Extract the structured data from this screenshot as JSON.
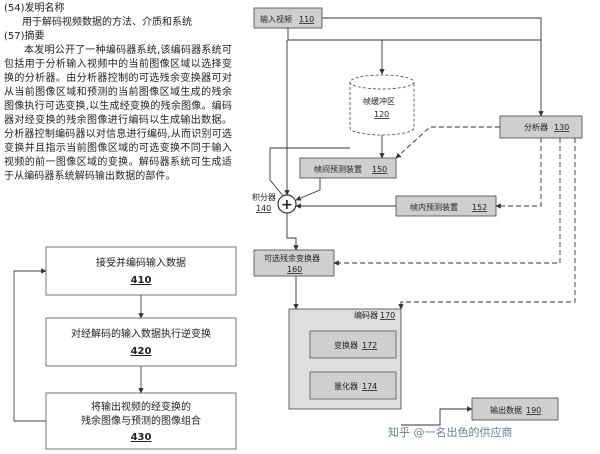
{
  "header": {
    "field54_num": "(54)",
    "field54_label": "发明名称",
    "title": "用于解码视频数据的方法、介质和系统",
    "field57_num": "(57)",
    "field57_label": "摘要",
    "abstract": "本发明公开了一种编码器系统,该编码器系统可包括用于分析输入视频中的当前图像区域以选择变换的分析器。由分析器控制的可选残余变换器可对从当前图像区域和预测的当前图像区域生成的残余图像执行可选变换,以生成经变换的残余图像。编码器对经变换的残余图像进行编码以生成输出数据。分析器控制编码器以对信息进行编码,从而识别可选变换并且指示当前图像区域的可选变换不同于输入视频的前一图像区域的变换。解码器系统可生成适于从编码器系统解码输出数据的部件。"
  },
  "block_diagram": {
    "input_video": {
      "label": "输入视频",
      "ref": "110"
    },
    "frame_buffer": {
      "label": "帧缓冲区",
      "ref": "120"
    },
    "analyzer": {
      "label": "分析器",
      "ref": "130"
    },
    "summer": {
      "label": "积分器",
      "ref": "140"
    },
    "inter_pred": {
      "label": "帧间预测装置",
      "ref": "150"
    },
    "intra_pred": {
      "label": "帧内预测装置",
      "ref": "152"
    },
    "sel_transformer": {
      "label": "可选残余变换器",
      "ref": "160"
    },
    "encoder": {
      "label": "编码器",
      "ref": "170"
    },
    "transformer": {
      "label": "变换器",
      "ref": "172"
    },
    "quantizer": {
      "label": "量化器",
      "ref": "174"
    },
    "output_data": {
      "label": "输出数据",
      "ref": "190"
    }
  },
  "flowchart": {
    "step1": {
      "label": "接受并编码输入数据",
      "ref": "410"
    },
    "step2": {
      "label": "对经解码的输入数据执行逆变换",
      "ref": "420"
    },
    "step3_line1": "将输出视频的经变换的",
    "step3_line2": "残余图像与预测的图像组合",
    "step3_ref": "430"
  },
  "watermark": "知乎 @一名出色的供应商",
  "colors": {
    "box_fill": "#cfcfcf",
    "encoder_fill": "#dedede",
    "line": "#333333"
  }
}
